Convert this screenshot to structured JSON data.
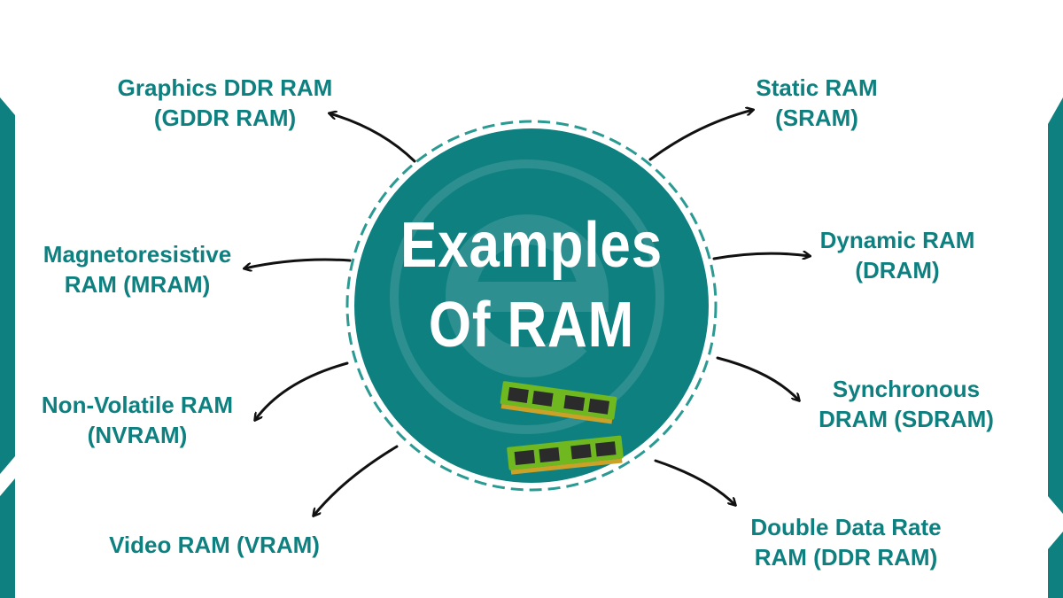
{
  "title": {
    "line1": "Examples",
    "line2": "Of RAM"
  },
  "colors": {
    "teal": "#0f8080",
    "circle_fill": "#0f8080",
    "circle_ring": "#2b9a92",
    "edge_panel": "#0f8080",
    "arrow": "#111111",
    "ram_board": "#6fb81f",
    "ram_chip": "#2b2b2b",
    "ram_contacts": "#c9a227"
  },
  "types": [
    {
      "id": "gddr",
      "line1": "Graphics DDR RAM",
      "line2": "(GDDR RAM)"
    },
    {
      "id": "mram",
      "line1": "Magnetoresistive",
      "line2": "RAM (MRAM)"
    },
    {
      "id": "nvram",
      "line1": "Non-Volatile RAM",
      "line2": "(NVRAM)"
    },
    {
      "id": "vram",
      "line1": "Video RAM (VRAM)",
      "line2": ""
    },
    {
      "id": "sram",
      "line1": "Static RAM",
      "line2": "(SRAM)"
    },
    {
      "id": "dram",
      "line1": "Dynamic RAM",
      "line2": "(DRAM)"
    },
    {
      "id": "sdram",
      "line1": "Synchronous",
      "line2": "DRAM (SDRAM)"
    },
    {
      "id": "ddr",
      "line1": "Double Data Rate",
      "line2": "RAM (DDR RAM)"
    }
  ],
  "icons": {
    "center_image": "ram-modules-icon",
    "watermark": "logo-watermark-icon"
  }
}
